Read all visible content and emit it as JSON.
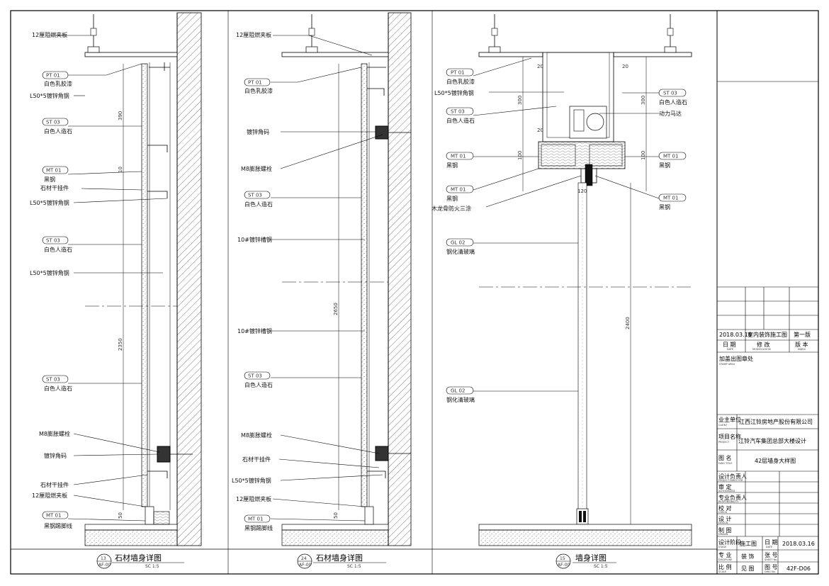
{
  "panels": [
    {
      "title": "石材墙身详图",
      "scale": "SC 1:5",
      "bubble_num": "13",
      "bubble_ref": "AF-00",
      "labels": [
        {
          "tag": "",
          "text": "12厘阻燃夹板"
        },
        {
          "tag": "PT 01",
          "text": "白色乳胶漆"
        },
        {
          "tag": "",
          "text": "L50*5镀锌角钢"
        },
        {
          "tag": "ST 03",
          "text": "白色人造石"
        },
        {
          "tag": "MT 01",
          "text": "黑钢"
        },
        {
          "tag": "",
          "text": "石材干挂件"
        },
        {
          "tag": "",
          "text": "L50*5镀锌角钢"
        },
        {
          "tag": "ST 03",
          "text": "白色人造石"
        },
        {
          "tag": "",
          "text": "L50*5镀锌角钢"
        },
        {
          "tag": "ST 03",
          "text": "白色人造石"
        },
        {
          "tag": "",
          "text": "M8膨胀螺栓"
        },
        {
          "tag": "",
          "text": "镀锌角码"
        },
        {
          "tag": "",
          "text": "石材干挂件"
        },
        {
          "tag": "",
          "text": "12厘阻燃夹板"
        },
        {
          "tag": "MT 01",
          "text": "黑钢踢脚线"
        }
      ],
      "dims": [
        "390",
        "10",
        "2350",
        "50"
      ]
    },
    {
      "title": "石材墙身详图",
      "scale": "SC 1:5",
      "bubble_num": "24",
      "bubble_ref": "AF-00",
      "labels": [
        {
          "tag": "",
          "text": "12厘阻燃夹板"
        },
        {
          "tag": "PT 01",
          "text": "白色乳胶漆"
        },
        {
          "tag": "",
          "text": "镀锌角码"
        },
        {
          "tag": "",
          "text": "M8膨胀螺栓"
        },
        {
          "tag": "ST 03",
          "text": "白色人造石"
        },
        {
          "tag": "",
          "text": "10#镀锌槽钢"
        },
        {
          "tag": "",
          "text": "10#镀锌槽钢"
        },
        {
          "tag": "ST 03",
          "text": "白色人造石"
        },
        {
          "tag": "",
          "text": "M8膨胀螺栓"
        },
        {
          "tag": "",
          "text": "石材干挂件"
        },
        {
          "tag": "",
          "text": "L50*5镀锌角钢"
        },
        {
          "tag": "",
          "text": "12厘阻燃夹板"
        },
        {
          "tag": "MT 01",
          "text": "黑钢踢脚线"
        }
      ],
      "dims": [
        "2650",
        "50"
      ]
    },
    {
      "title": "墙身详图",
      "scale": "SC 1:5",
      "bubble_num": "15",
      "bubble_ref": "AF-00",
      "labels_left": [
        {
          "tag": "PT 01",
          "text": "白色乳胶漆"
        },
        {
          "tag": "",
          "text": "L50*5镀锌角钢"
        },
        {
          "tag": "ST 03",
          "text": "白色人造石"
        },
        {
          "tag": "MT 01",
          "text": "黑钢"
        },
        {
          "tag": "MT 01",
          "text": "黑钢"
        },
        {
          "tag": "",
          "text": "木龙骨防火三涂"
        },
        {
          "tag": "GL 02",
          "text": "钢化清玻璃"
        },
        {
          "tag": "GL 02",
          "text": "钢化清玻璃"
        }
      ],
      "labels_right": [
        {
          "tag": "ST 03",
          "text": "白色人造石"
        },
        {
          "tag": "",
          "text": "动力马达"
        },
        {
          "tag": "MT 01",
          "text": "黑钢"
        },
        {
          "tag": "MT 01",
          "text": "黑钢"
        }
      ],
      "dims": [
        "300",
        "20",
        "100",
        "20",
        "300",
        "20",
        "100",
        "120",
        "2400"
      ]
    }
  ],
  "title_block": {
    "revision_date": "2018.03.16",
    "revision_desc": "室内装饰施工图",
    "revision_ver": "第一版",
    "rev_hdr_date": "日 期",
    "rev_hdr_date_en": "DATE",
    "rev_hdr_mod": "修 改",
    "rev_hdr_mod_en": "MODIFICATION",
    "rev_hdr_ver": "版 本",
    "rev_hdr_ver_en": "INDEX",
    "stamp_label": "加盖出图章处",
    "stamp_label_en": "STAMP AREA",
    "client_label": "业主单位",
    "client_label_en": "CLIENT",
    "client": "江西江铃房地产股份有限公司",
    "project_label": "项目名称",
    "project_label_en": "PROJECT",
    "project": "江铃汽车集团总部大楼设计",
    "drawing_label": "图 名",
    "drawing_label_en": "DWG TITLE",
    "drawing": "42层墙身大样图",
    "roles": [
      {
        "label": "设计负责人",
        "en": "PROJECT DIRECTOR"
      },
      {
        "label": "审 定",
        "en": "AUTHORIZED"
      },
      {
        "label": "专业负责人",
        "en": "RESPONSIBILITY"
      },
      {
        "label": "校 对",
        "en": "CHECK"
      },
      {
        "label": "设 计",
        "en": "DESIGN"
      },
      {
        "label": "制 图",
        "en": "DRAWN"
      }
    ],
    "stage_label": "设计阶段",
    "stage_label_en": "STAGE",
    "stage": "施工图",
    "date_label": "日 期",
    "date_label_en": "DATE",
    "date": "2018.03.16",
    "discipline_label": "专 业",
    "discipline_label_en": "DISCIPLINE",
    "discipline": "装 饰",
    "sheet_label": "张 号",
    "sheet_label_en": "SHEET No.",
    "scale_label": "比 例",
    "scale_label_en": "SCALE",
    "scale": "见 图",
    "dwgno_label": "图 号",
    "dwgno_label_en": "DWG No.",
    "dwgno": "42F-D06"
  }
}
